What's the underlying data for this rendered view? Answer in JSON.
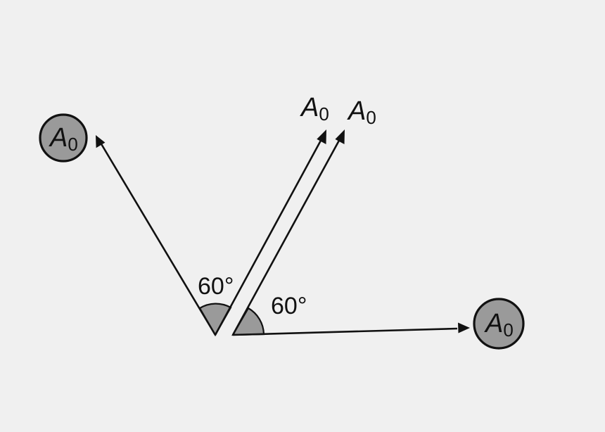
{
  "diagram": {
    "vector_symbol": "A",
    "vector_subscript": "0",
    "angles": [
      {
        "text": "60°"
      },
      {
        "text": "60°"
      }
    ],
    "colors": {
      "background": "#f0f0f0",
      "ink": "#111111",
      "fill": "#9a9a9a"
    }
  }
}
